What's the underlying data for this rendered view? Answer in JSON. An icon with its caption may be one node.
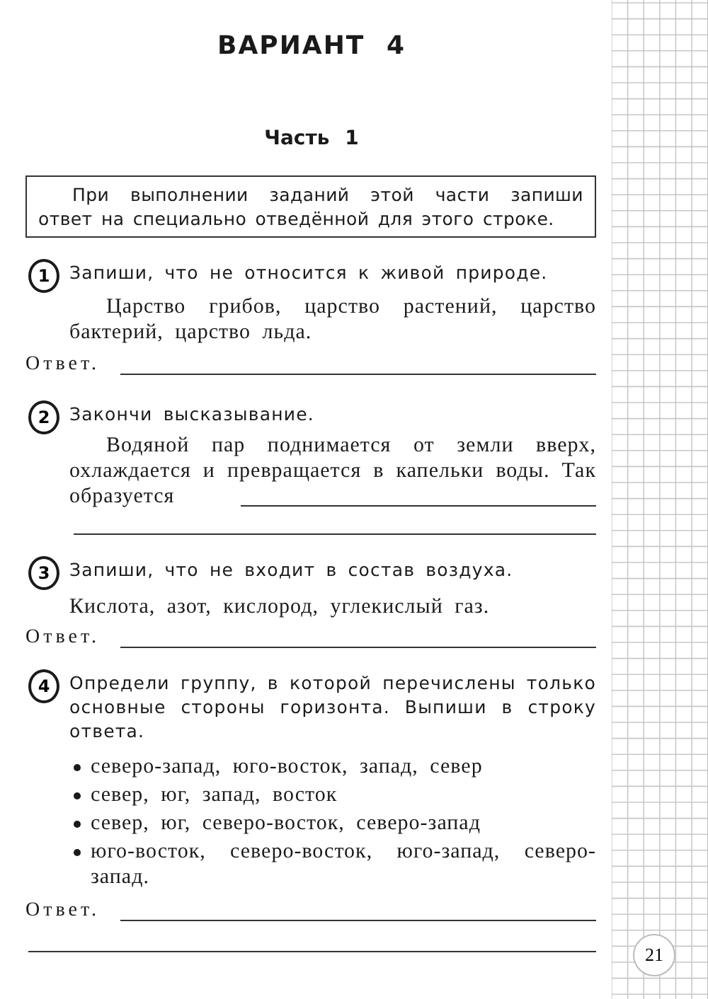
{
  "diagram": {
    "title": "ВАРИАНТ 4",
    "nodes": [
      {
        "text": [
          "При выполнении заданий этой части запиши ответ на специально отведённой для этого строке."
        ]
      },
      {
        "text": [
          "1"
        ]
      },
      {
        "text": [
          "2"
        ]
      },
      {
        "text": [
          "3"
        ]
      },
      {
        "text": [
          "4"
        ]
      },
      {
        "text": [
          "21"
        ]
      }
    ],
    "labels": [
      "Часть 1",
      "Запиши, что не относится к живой природе.",
      "Царство грибов, царство растений, царство бактерий, царство льда.",
      "Ответ.",
      "Закончи высказывание.",
      "Водяной пар поднимается от земли вверх, охлаждается и превращается в капельки воды. Так образуется",
      "Запиши, что не входит в состав воздуха.",
      "Кислота, азот, кислород, углекислый газ.",
      "Ответ.",
      "Определи группу, в которой перечислены только основные стороны горизонта. Выпиши в строку ответа.",
      "северо-запад, юго-восток, запад, север",
      "север, юг, запад, восток",
      "север, юг, северо-восток, северо-запад",
      "юго-восток, северо-восток, юго-запад, северо-запад.",
      "Ответ."
    ]
  }
}
